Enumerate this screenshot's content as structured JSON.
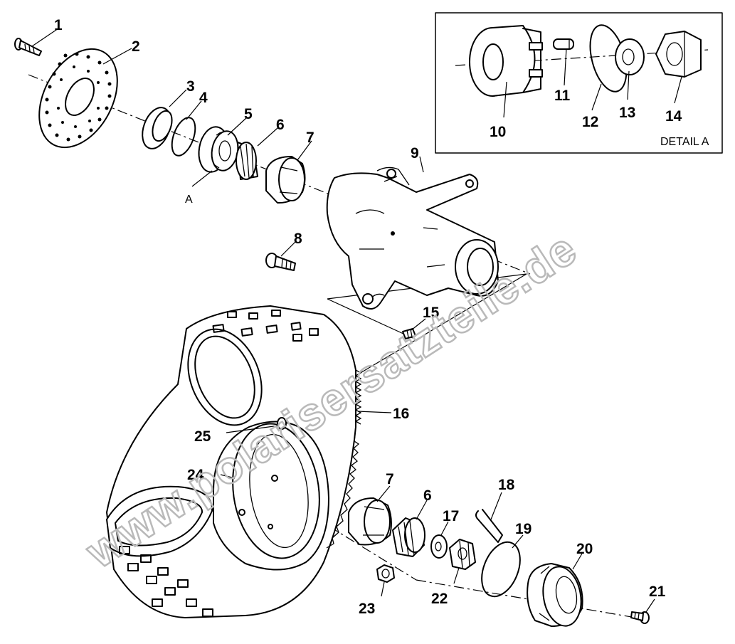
{
  "detail_box": {
    "title": "DETAIL A"
  },
  "assembly_marker": "A",
  "watermark": "www.polarisersatzteile.de",
  "callouts": {
    "c1": "1",
    "c2": "2",
    "c3": "3",
    "c4": "4",
    "c5": "5",
    "c6": "6",
    "c7": "7",
    "c8": "8",
    "c9": "9",
    "c10": "10",
    "c11": "11",
    "c12": "12",
    "c13": "13",
    "c14": "14",
    "c15": "15",
    "c16": "16",
    "c17": "17",
    "c18": "18",
    "c19": "19",
    "c20": "20",
    "c21": "21",
    "c22": "22",
    "c23": "23",
    "c24": "24",
    "c25": "25",
    "c6b": "6",
    "c7b": "7"
  }
}
